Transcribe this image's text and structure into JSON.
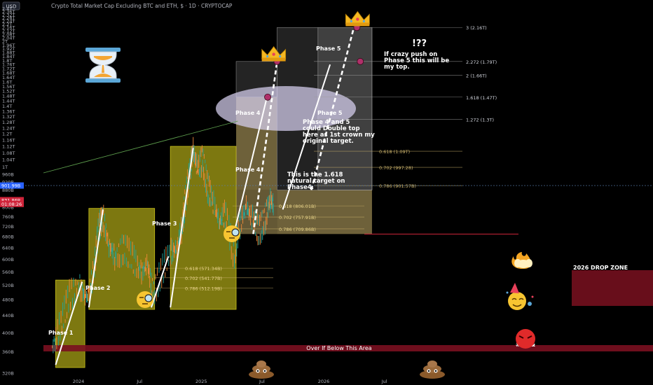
{
  "header": {
    "currency_badge": "USD",
    "title": "Crypto Total Market Cap Excluding BTC and ETH, $ · 1D · CRYPTOCAP"
  },
  "colors": {
    "background": "#000000",
    "phase_yellow": "#c9c21a",
    "phase_box_grey": "#5a5a5a",
    "fib_gold": "#c8b06a",
    "current_price_red": "#d0243a",
    "drop_zone": "#7a1020",
    "trendline_green": "#5c9c4c",
    "dotted_line": "#ffffff",
    "marker": "#b0306a",
    "circle_fill": "#d7d0f0"
  },
  "chart_data": {
    "type": "line",
    "title": "Crypto Total Market Cap Excluding BTC and ETH, $ · 1D · CRYPTOCAP",
    "xlabel": "",
    "ylabel": "",
    "y_scale": "log",
    "ylim": [
      310000000000,
      2420000000000
    ],
    "x_ticks": [
      "2024",
      "Jul",
      "2025",
      "Jul",
      "2026",
      "Jul"
    ],
    "y_ticks": [
      "2.4T",
      "2.36T",
      "2.32T",
      "2.28T",
      "2.24T",
      "2.2T",
      "2.16T",
      "2.12T",
      "2.08T",
      "2.04T",
      "2T",
      "1.96T",
      "1.92T",
      "1.88T",
      "1.84T",
      "1.8T",
      "1.76T",
      "1.72T",
      "1.68T",
      "1.64T",
      "1.6T",
      "1.56T",
      "1.52T",
      "1.48T",
      "1.44T",
      "1.4T",
      "1.36T",
      "1.32T",
      "1.28T",
      "1.24T",
      "1.2T",
      "1.16T",
      "1.12T",
      "1.08T",
      "1.04T",
      "1T",
      "960B",
      "920B",
      "880B",
      "840B",
      "800B",
      "760B",
      "720B",
      "680B",
      "640B",
      "600B",
      "560B",
      "520B",
      "480B",
      "440B",
      "400B",
      "360B",
      "320B"
    ],
    "price_tags": [
      {
        "label": "901.99B",
        "value": 901990000000
      },
      {
        "label": "831.86B",
        "value": 831860000000
      },
      {
        "label": "01:08:26",
        "value": 815000000000
      }
    ],
    "phases": [
      {
        "label": "Phase 1",
        "low": 330000000000,
        "high": 535000000000
      },
      {
        "label": "Phase 2",
        "low": 455000000000,
        "high": 795000000000
      },
      {
        "label": "Phase 3",
        "low": 455000000000,
        "high": 1120000000000
      },
      {
        "label": "Phase 4",
        "low": 690000000000,
        "high": 1470000000000
      },
      {
        "label": "Phase 4",
        "low": 690000000000,
        "high": 1790000000000
      },
      {
        "label": "Phase 5",
        "low": 880000000000,
        "high": 1790000000000
      },
      {
        "label": "Phase 5",
        "low": 880000000000,
        "high": 2160000000000
      }
    ],
    "fib_levels_right": [
      {
        "label": "3 (2.16T)",
        "value": 2160000000000
      },
      {
        "label": "2.272 (1.79T)",
        "value": 1790000000000
      },
      {
        "label": "2 (1.66T)",
        "value": 1660000000000
      },
      {
        "label": "1.618 (1.47T)",
        "value": 1470000000000
      },
      {
        "label": "1.272 (1.3T)",
        "value": 1300000000000
      },
      {
        "label": "0.618 (1.09T)",
        "value": 1090000000000
      },
      {
        "label": "0.702 (997.28)",
        "value": 997280000000
      },
      {
        "label": "0.786 (901.57B)",
        "value": 901570000000
      }
    ],
    "fib_levels_mid": [
      {
        "label": "0.618 (806.01B)",
        "value": 806010000000
      },
      {
        "label": "0.702 (757.91B)",
        "value": 757910000000
      },
      {
        "label": "0.786 (709.86B)",
        "value": 709860000000
      }
    ],
    "fib_levels_left": [
      {
        "label": "0.618 (571.34B)",
        "value": 571340000000
      },
      {
        "label": "0.702 (541.77B)",
        "value": 541770000000
      },
      {
        "label": "0.786 (512.19B)",
        "value": 512190000000
      }
    ],
    "series": [
      {
        "x": [
          "2023-10-15",
          "2023-11-10",
          "2023-12-05",
          "2024-01-05",
          "2024-01-25",
          "2024-02-15",
          "2024-03-01",
          "2024-03-14",
          "2024-04-01",
          "2024-04-20",
          "2024-05-15",
          "2024-06-10",
          "2024-07-05",
          "2024-07-25",
          "2024-08-10",
          "2024-09-05",
          "2024-10-01",
          "2024-10-20",
          "2024-11-05",
          "2024-11-15",
          "2024-12-01",
          "2024-12-08",
          "2024-12-20",
          "2025-01-05",
          "2025-01-20",
          "2025-02-05",
          "2025-02-25",
          "2025-03-15",
          "2025-04-08",
          "2025-04-25",
          "2025-05-15",
          "2025-06-05",
          "2025-06-22",
          "2025-07-10",
          "2025-07-25",
          "2025-08-05"
        ],
        "values": [
          370000000000,
          420000000000,
          490000000000,
          520000000000,
          480000000000,
          560000000000,
          700000000000,
          760000000000,
          650000000000,
          610000000000,
          640000000000,
          600000000000,
          560000000000,
          580000000000,
          500000000000,
          560000000000,
          620000000000,
          640000000000,
          720000000000,
          850000000000,
          1000000000000,
          1100000000000,
          980000000000,
          1050000000000,
          900000000000,
          820000000000,
          740000000000,
          770000000000,
          620000000000,
          720000000000,
          800000000000,
          740000000000,
          700000000000,
          760000000000,
          830000000000,
          820000000000
        ]
      }
    ]
  },
  "annotations": {
    "phase1": "Phase 1",
    "phase2": "Phase 2",
    "phase3": "Phase 3",
    "phase4_low": "Phase 4",
    "phase4_high": "Phase 4",
    "phase5_mid": "Phase 5",
    "phase5_top": "Phase 5",
    "interrobang": "!??",
    "note_top_1": "If crazy push on",
    "note_top_2": "Phase 5 this will be",
    "note_top_3": "my top.",
    "note_mid_1": "Phase 4 and 5",
    "note_mid_2": "could Double top",
    "note_mid_3": "here as 1st crown my",
    "note_mid_4": "original target.",
    "note_low_1": "This is the 1.618",
    "note_low_2": "natural target on",
    "note_low_3": "Phase4.",
    "drop_zone": "2026 DROP ZONE",
    "over_if_below": "Over If Below This Area",
    "curse": "#%!&"
  },
  "icons": {
    "hourglass": "hourglass-icon",
    "crown": "crown-icon",
    "fire": "fire-icon",
    "party_face": "party-face-icon",
    "angry_face": "angry-face-icon",
    "monocle_face": "monocle-face-icon",
    "poop": "poop-icon"
  }
}
